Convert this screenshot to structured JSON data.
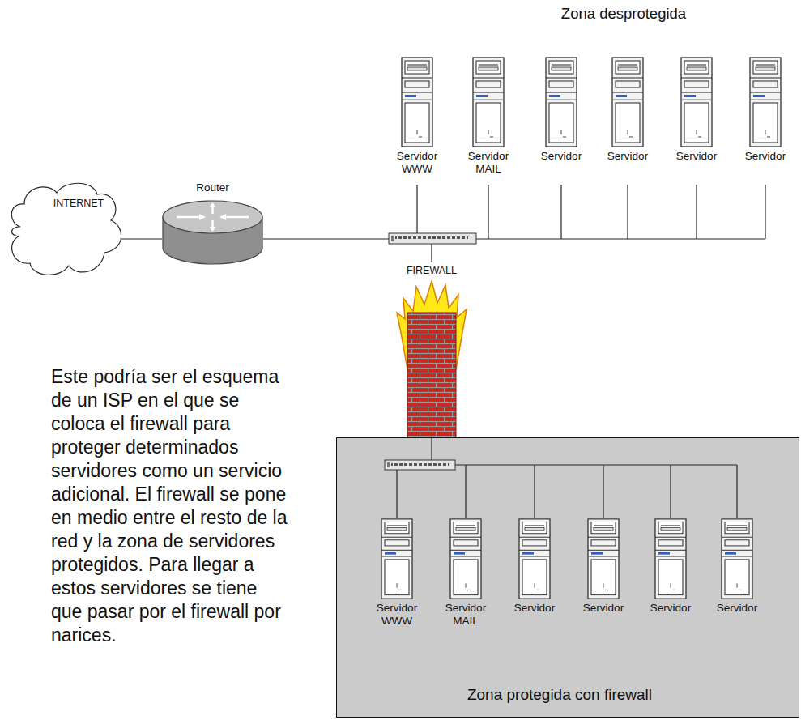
{
  "diagram": {
    "nodes": [
      {
        "text": [
          "Servidor WWW"
        ]
      },
      {
        "text": [
          "Servidor MAIL"
        ]
      },
      {
        "text": [
          "Servidor"
        ]
      },
      {
        "text": [
          "Servidor"
        ]
      },
      {
        "text": [
          "Servidor"
        ]
      },
      {
        "text": [
          "Servidor"
        ]
      },
      {
        "text": [
          "INTERNET"
        ]
      },
      {
        "text": [
          "Router"
        ]
      },
      {
        "text": [
          "FIREWALL"
        ]
      },
      {
        "text": [
          "Zona protegida con firewall"
        ]
      },
      {
        "text": [
          "Servidor WWW"
        ],
        "in": 9
      },
      {
        "text": [
          "Servidor MAIL"
        ],
        "in": 9
      },
      {
        "text": [
          "Servidor"
        ],
        "in": 9
      },
      {
        "text": [
          "Servidor"
        ],
        "in": 9
      },
      {
        "text": [
          "Servidor"
        ],
        "in": 9
      },
      {
        "text": [
          "Servidor"
        ],
        "in": 9
      }
    ],
    "edges": [
      {
        "from": 6,
        "to": 7,
        "arrow": "none"
      }
    ],
    "labels": [
      "Zona desprotegida",
      "Este podría ser el esquema de un ISP en el que se coloca el firewall para proteger determinados servidores como un servicio adicional. El firewall se pone en medio entre el resto de la red y la zona de servidores protegidos. Para llegar a estos servidores se tiene que pasar por el firewall por narices."
    ]
  }
}
